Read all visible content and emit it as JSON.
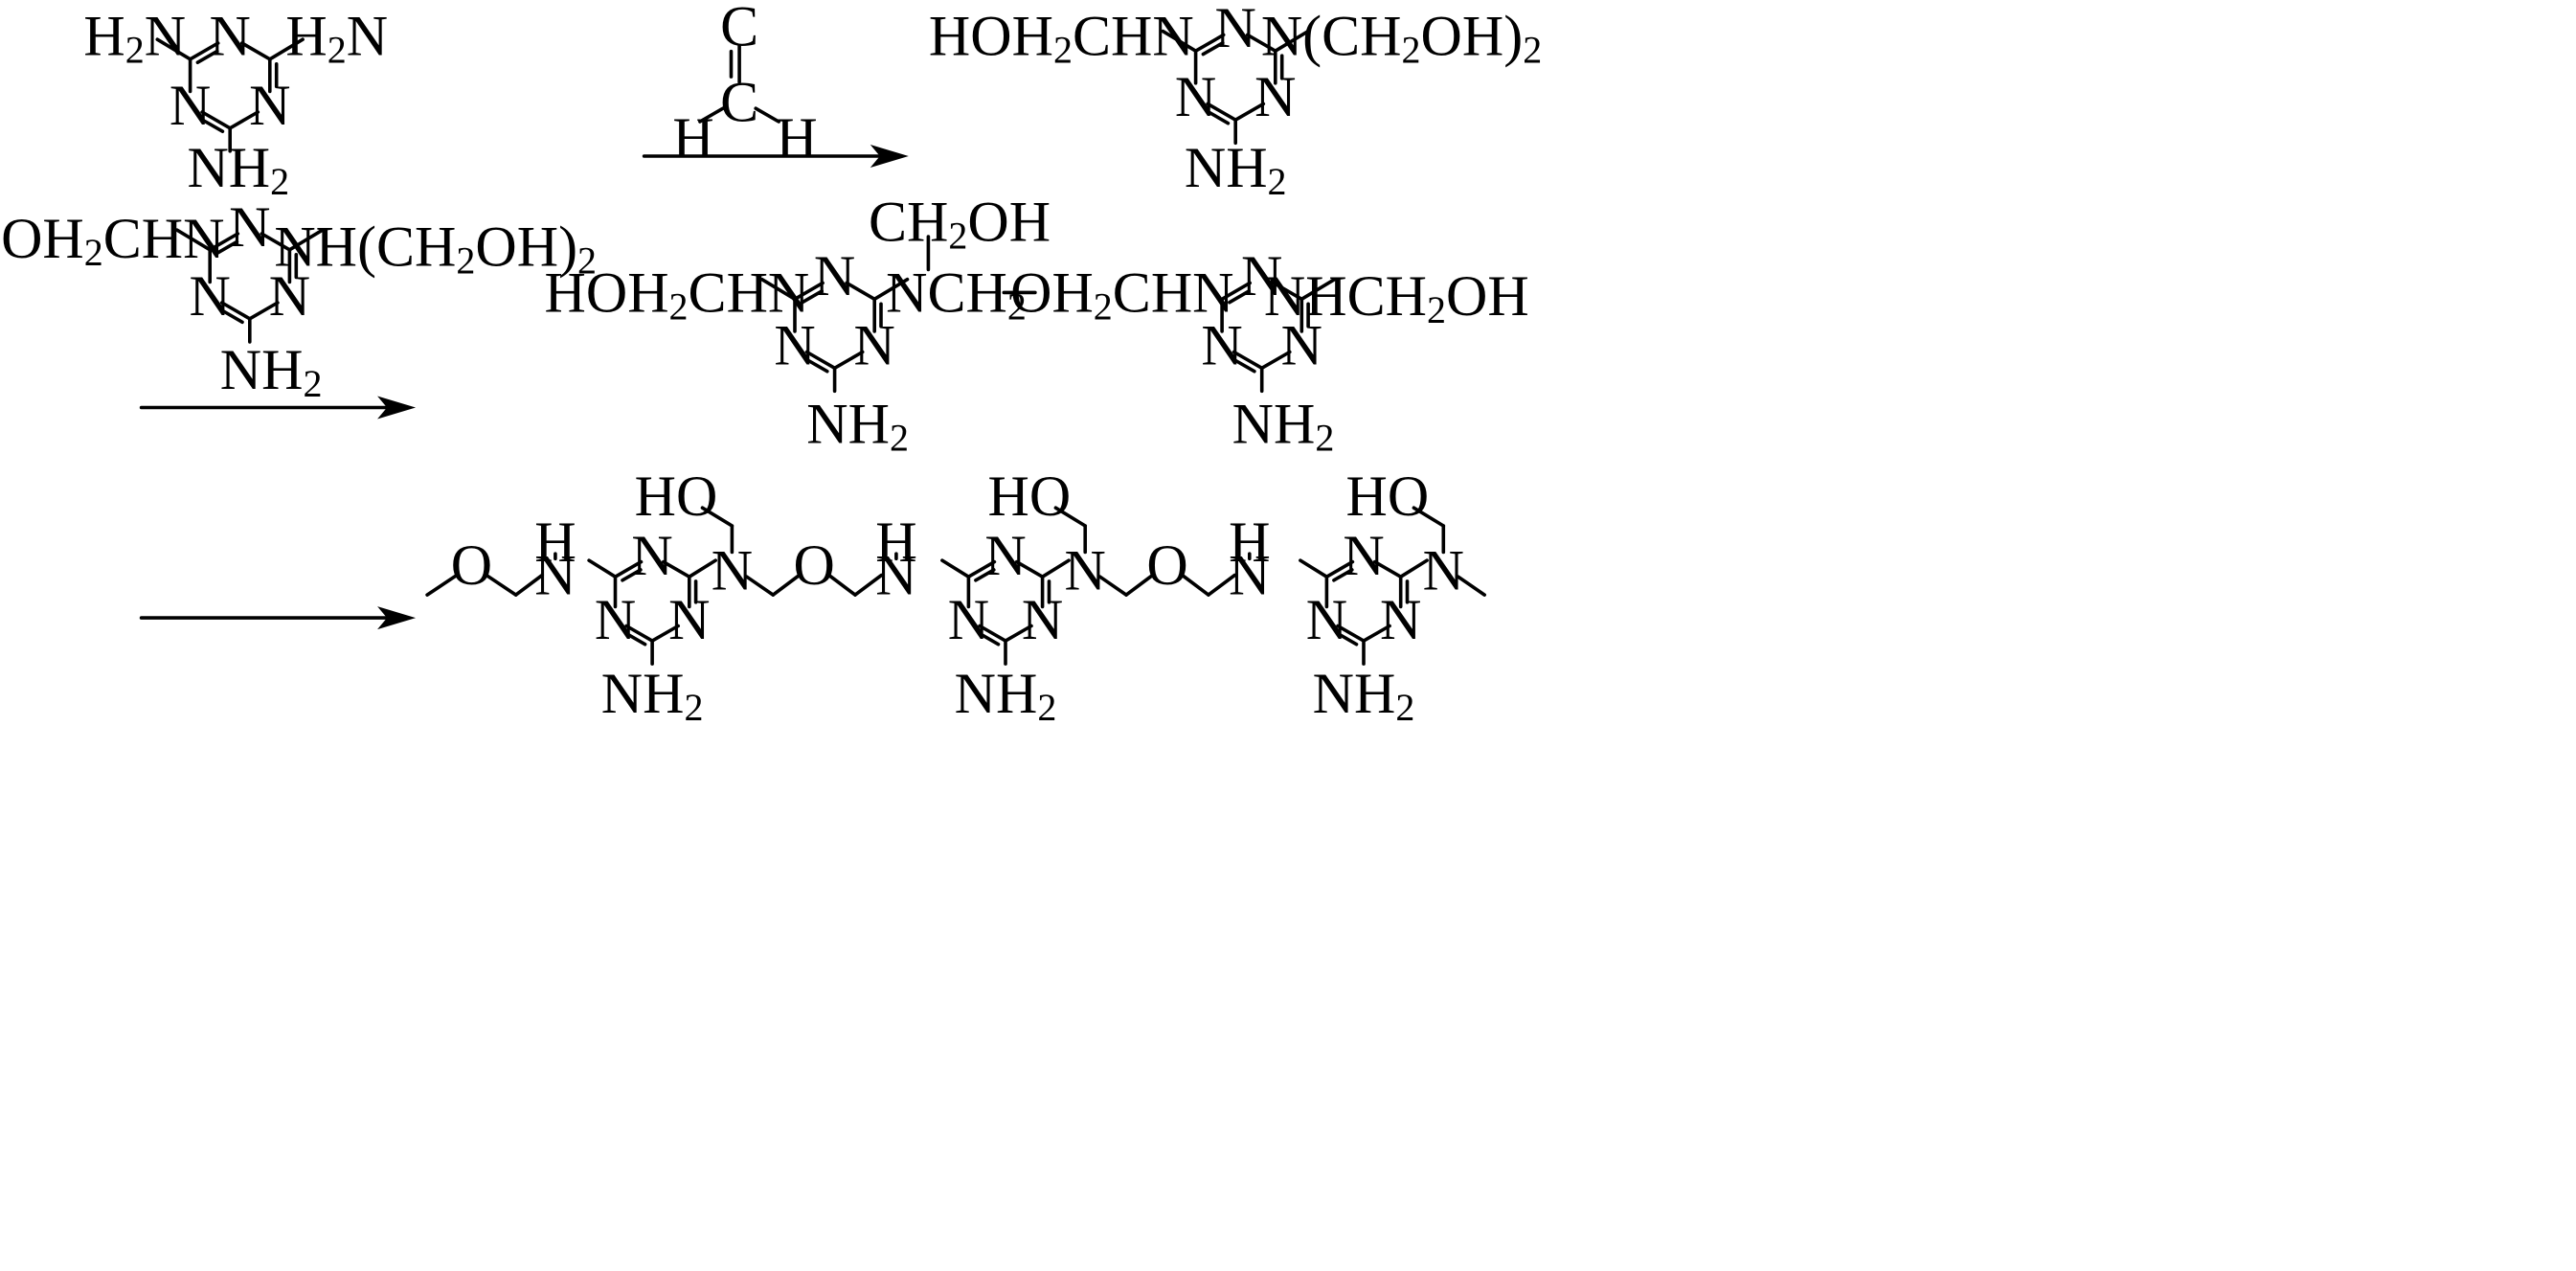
{
  "scheme": {
    "accent_color": "#000000",
    "background_color": "#ffffff",
    "atom_labels": {
      "N": "N",
      "H": "H",
      "C": "C",
      "O": "O",
      "NH2": "NH2",
      "H2N": "H2N",
      "NH": "NH",
      "HO": "HO",
      "HOH2CHN": "HOH2CHN",
      "N_CH2OH_2": "N(CH2OH)2",
      "NH_CH2OH_2": "NH(CH2OH)2",
      "CH2OH": "CH2OH",
      "NCH2": "NCH2",
      "OH2CHN": "OH2CHN",
      "NHCH2OH": "NHCH2OH"
    },
    "reactions": [
      {
        "reactant": "melamine",
        "reagent": "formaldehyde",
        "product": "trimethylol-melamine"
      },
      {
        "reactant": "trimethylol-melamine",
        "product": "ether-linked-dimer"
      },
      {
        "reactant": "ether-linked-dimer",
        "product": "ether-linked-polymer"
      }
    ]
  }
}
